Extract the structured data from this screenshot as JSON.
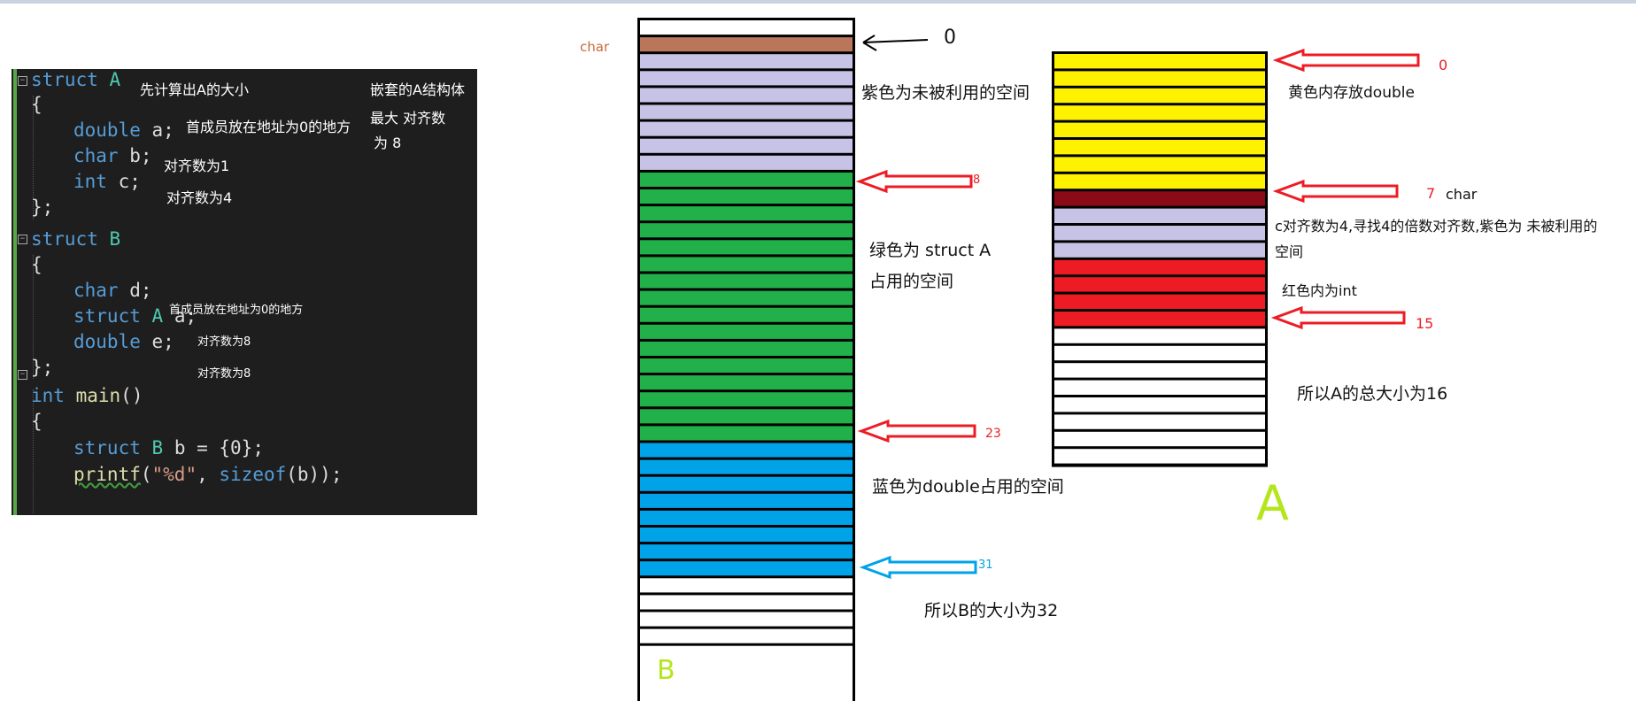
{
  "code": {
    "lines": [
      {
        "kw": "struct",
        "name": "A",
        "rest": ""
      },
      {
        "text": "{"
      },
      {
        "indent": true,
        "type": "double",
        "ident": "a;"
      },
      {
        "indent": true,
        "type": "char",
        "ident": "b;"
      },
      {
        "indent": true,
        "type": "int",
        "ident": "c;"
      },
      {
        "text": "};"
      },
      {
        "kw": "struct",
        "name": "B",
        "rest": ""
      },
      {
        "text": "{"
      },
      {
        "indent": true,
        "type": "char",
        "ident": "d;"
      },
      {
        "indent": true,
        "type": "struct",
        "type2": "A",
        "ident": "a;"
      },
      {
        "indent": true,
        "type": "double",
        "ident": "e;"
      },
      {
        "text": "};"
      },
      {
        "kw": "int",
        "fn": "main",
        "rest": "()"
      },
      {
        "text": "{"
      },
      {
        "indent": true,
        "stmt_kw": "struct",
        "stmt_ty": "B",
        "stmt_rest": " b = ",
        "stmt_brace": "{0};"
      },
      {
        "indent": true,
        "call": "printf",
        "str": "\"%d\"",
        "sizeof": "sizeof",
        "arg": "(b));"
      }
    ],
    "notes": {
      "n1": "先计算出A的大小",
      "n2": "嵌套的A结构体",
      "n3": "最大 对齐数",
      "n4": "为 8",
      "n5": "首成员放在地址为0的地方",
      "n6": "对齐数为1",
      "n7": "对齐数为4",
      "n8": "首成员放在地址为0的地方",
      "n9": "对齐数为8",
      "n10": "对齐数为8"
    }
  },
  "diagram_b": {
    "cells": [
      "white",
      "brown",
      "lavender",
      "lavender",
      "lavender",
      "lavender",
      "lavender",
      "lavender",
      "lavender",
      "green",
      "green",
      "green",
      "green",
      "green",
      "green",
      "green",
      "green",
      "green",
      "green",
      "green",
      "green",
      "green",
      "green",
      "green",
      "green",
      "blue",
      "blue",
      "blue",
      "blue",
      "blue",
      "blue",
      "blue",
      "blue",
      "white",
      "white",
      "white",
      "white"
    ],
    "labels": {
      "char": "char",
      "zero": "0",
      "purple": "紫色为未被利用的空间",
      "n8": "8",
      "green1": "绿色为 struct A",
      "green2": "占用的空间",
      "n23": "23",
      "blue": "蓝色为double占用的空间",
      "n31": "31",
      "size": "所以B的大小为32",
      "letter": "B"
    }
  },
  "diagram_a": {
    "cells": [
      "yellow",
      "yellow",
      "yellow",
      "yellow",
      "yellow",
      "yellow",
      "yellow",
      "yellow",
      "darkred",
      "lavender",
      "lavender",
      "lavender",
      "red",
      "red",
      "red",
      "red",
      "white",
      "white",
      "white",
      "white",
      "white",
      "white",
      "white",
      "white"
    ],
    "labels": {
      "zero": "0",
      "yellow": "黄色内存放double",
      "seven": "7",
      "char": "char",
      "c1": "c对齐数为4,寻找4的倍数对齐数,紫色为 未被利用的",
      "c2": "空间",
      "red": "红色内为int",
      "fifteen": "15",
      "size": "所以A的总大小为16",
      "letter": "A"
    }
  },
  "colors": {
    "white": "#ffffff",
    "brown": "#b9765a",
    "lavender": "#c7c3e6",
    "green": "#22b04b",
    "blue": "#00a2e8",
    "yellow": "#fff200",
    "darkred": "#8a0a16",
    "red": "#ed1c24",
    "arrow_red": "#ed1c24",
    "arrow_blue": "#00a2e8",
    "letter_green": "#b5e61d"
  }
}
